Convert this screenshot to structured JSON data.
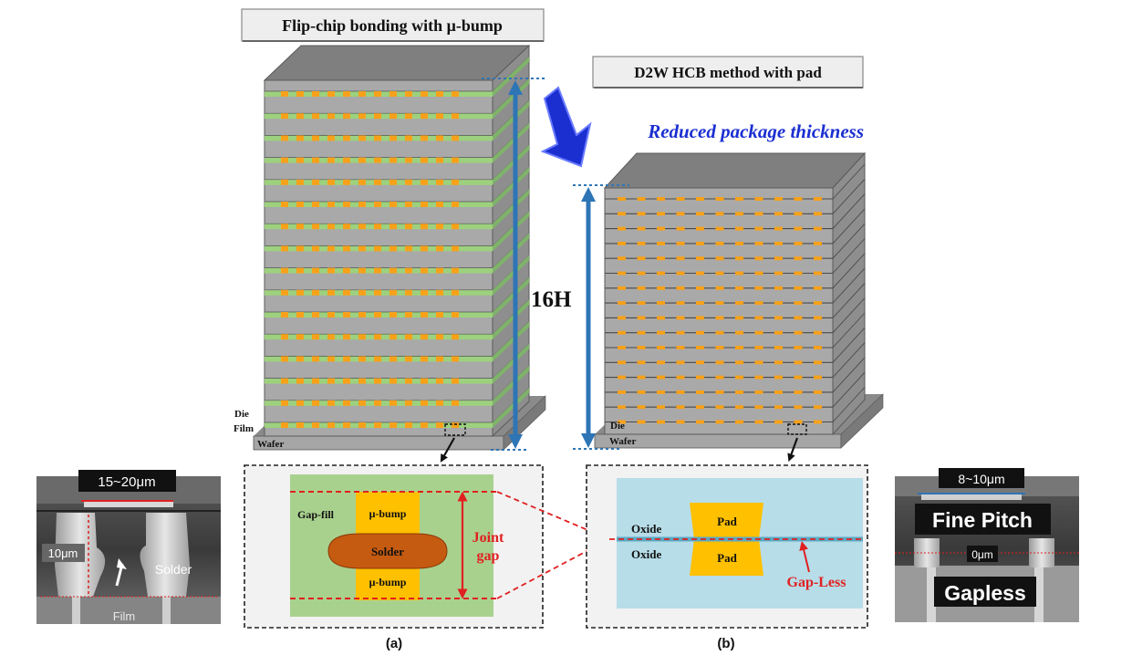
{
  "left_stack": {
    "title": "Flip-chip bonding with μ-bump",
    "height_label": "16H",
    "label_die": "Die",
    "label_film": "Film",
    "label_wafer": "Wafer"
  },
  "right_stack": {
    "title": "D2W HCB method with pad",
    "label_die": "Die",
    "label_wafer": "Wafer"
  },
  "reduced_label": "Reduced package thickness",
  "detail_a": {
    "gap_fill": "Gap-fill",
    "bump_top": "μ-bump",
    "solder": "Solder",
    "bump_bottom": "μ-bump",
    "joint_gap_line1": "Joint",
    "joint_gap_line2": "gap",
    "caption": "(a)"
  },
  "detail_b": {
    "oxide_top": "Oxide",
    "oxide_bottom": "Oxide",
    "pad_top": "Pad",
    "pad_bottom": "Pad",
    "gapless": "Gap-Less",
    "caption": "(b)"
  },
  "sem_left": {
    "pitch": "15~20μm",
    "height": "10μm",
    "solder": "Solder",
    "film": "Film"
  },
  "sem_right": {
    "pitch": "8~10μm",
    "fine_pitch": "Fine Pitch",
    "gap": "0μm",
    "gapless": "Gapless"
  },
  "colors": {
    "die_front": "#a9a9a9",
    "die_top": "#7f7f7f",
    "die_side": "#8e8e8e",
    "film_green": "#9dd17e",
    "bump_orange": "#f7a11a",
    "accent_blue": "#1b2fd1",
    "arrow_blue": "#2e75b6",
    "red": "#e02020",
    "oxide_cyan": "#b7dde8",
    "pad_yellow": "#ffc000",
    "solder_brown": "#c55a11"
  }
}
